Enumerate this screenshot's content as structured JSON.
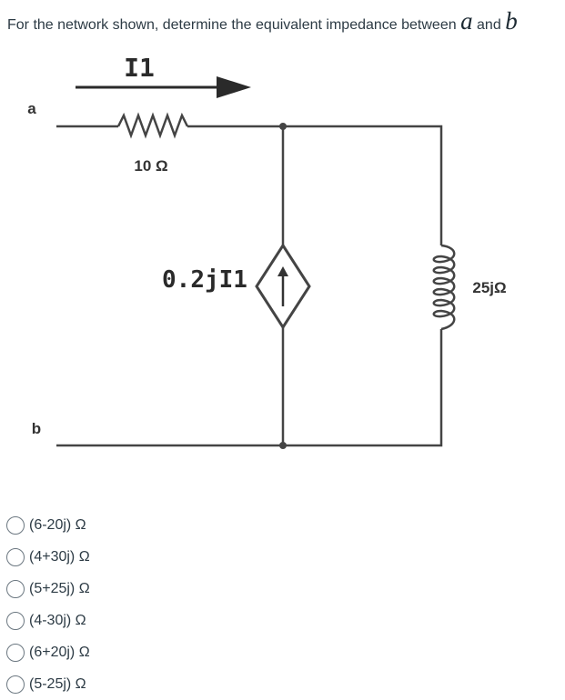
{
  "question": {
    "text": "For the network shown, determine the equivalent impedance between",
    "var_a": "a",
    "conj": "and",
    "var_b": "b"
  },
  "circuit": {
    "terminal_a": "a",
    "terminal_b": "b",
    "current_label": "I1",
    "resistor_label": "10 Ω",
    "source_label": "0.2jI1",
    "inductor_label": "25jΩ"
  },
  "answers": [
    {
      "label": "(6-20j) Ω"
    },
    {
      "label": "(4+30j) Ω"
    },
    {
      "label": "(5+25j) Ω"
    },
    {
      "label": "(4-30j) Ω"
    },
    {
      "label": "(6+20j) Ω"
    },
    {
      "label": "(5-25j) Ω"
    }
  ]
}
